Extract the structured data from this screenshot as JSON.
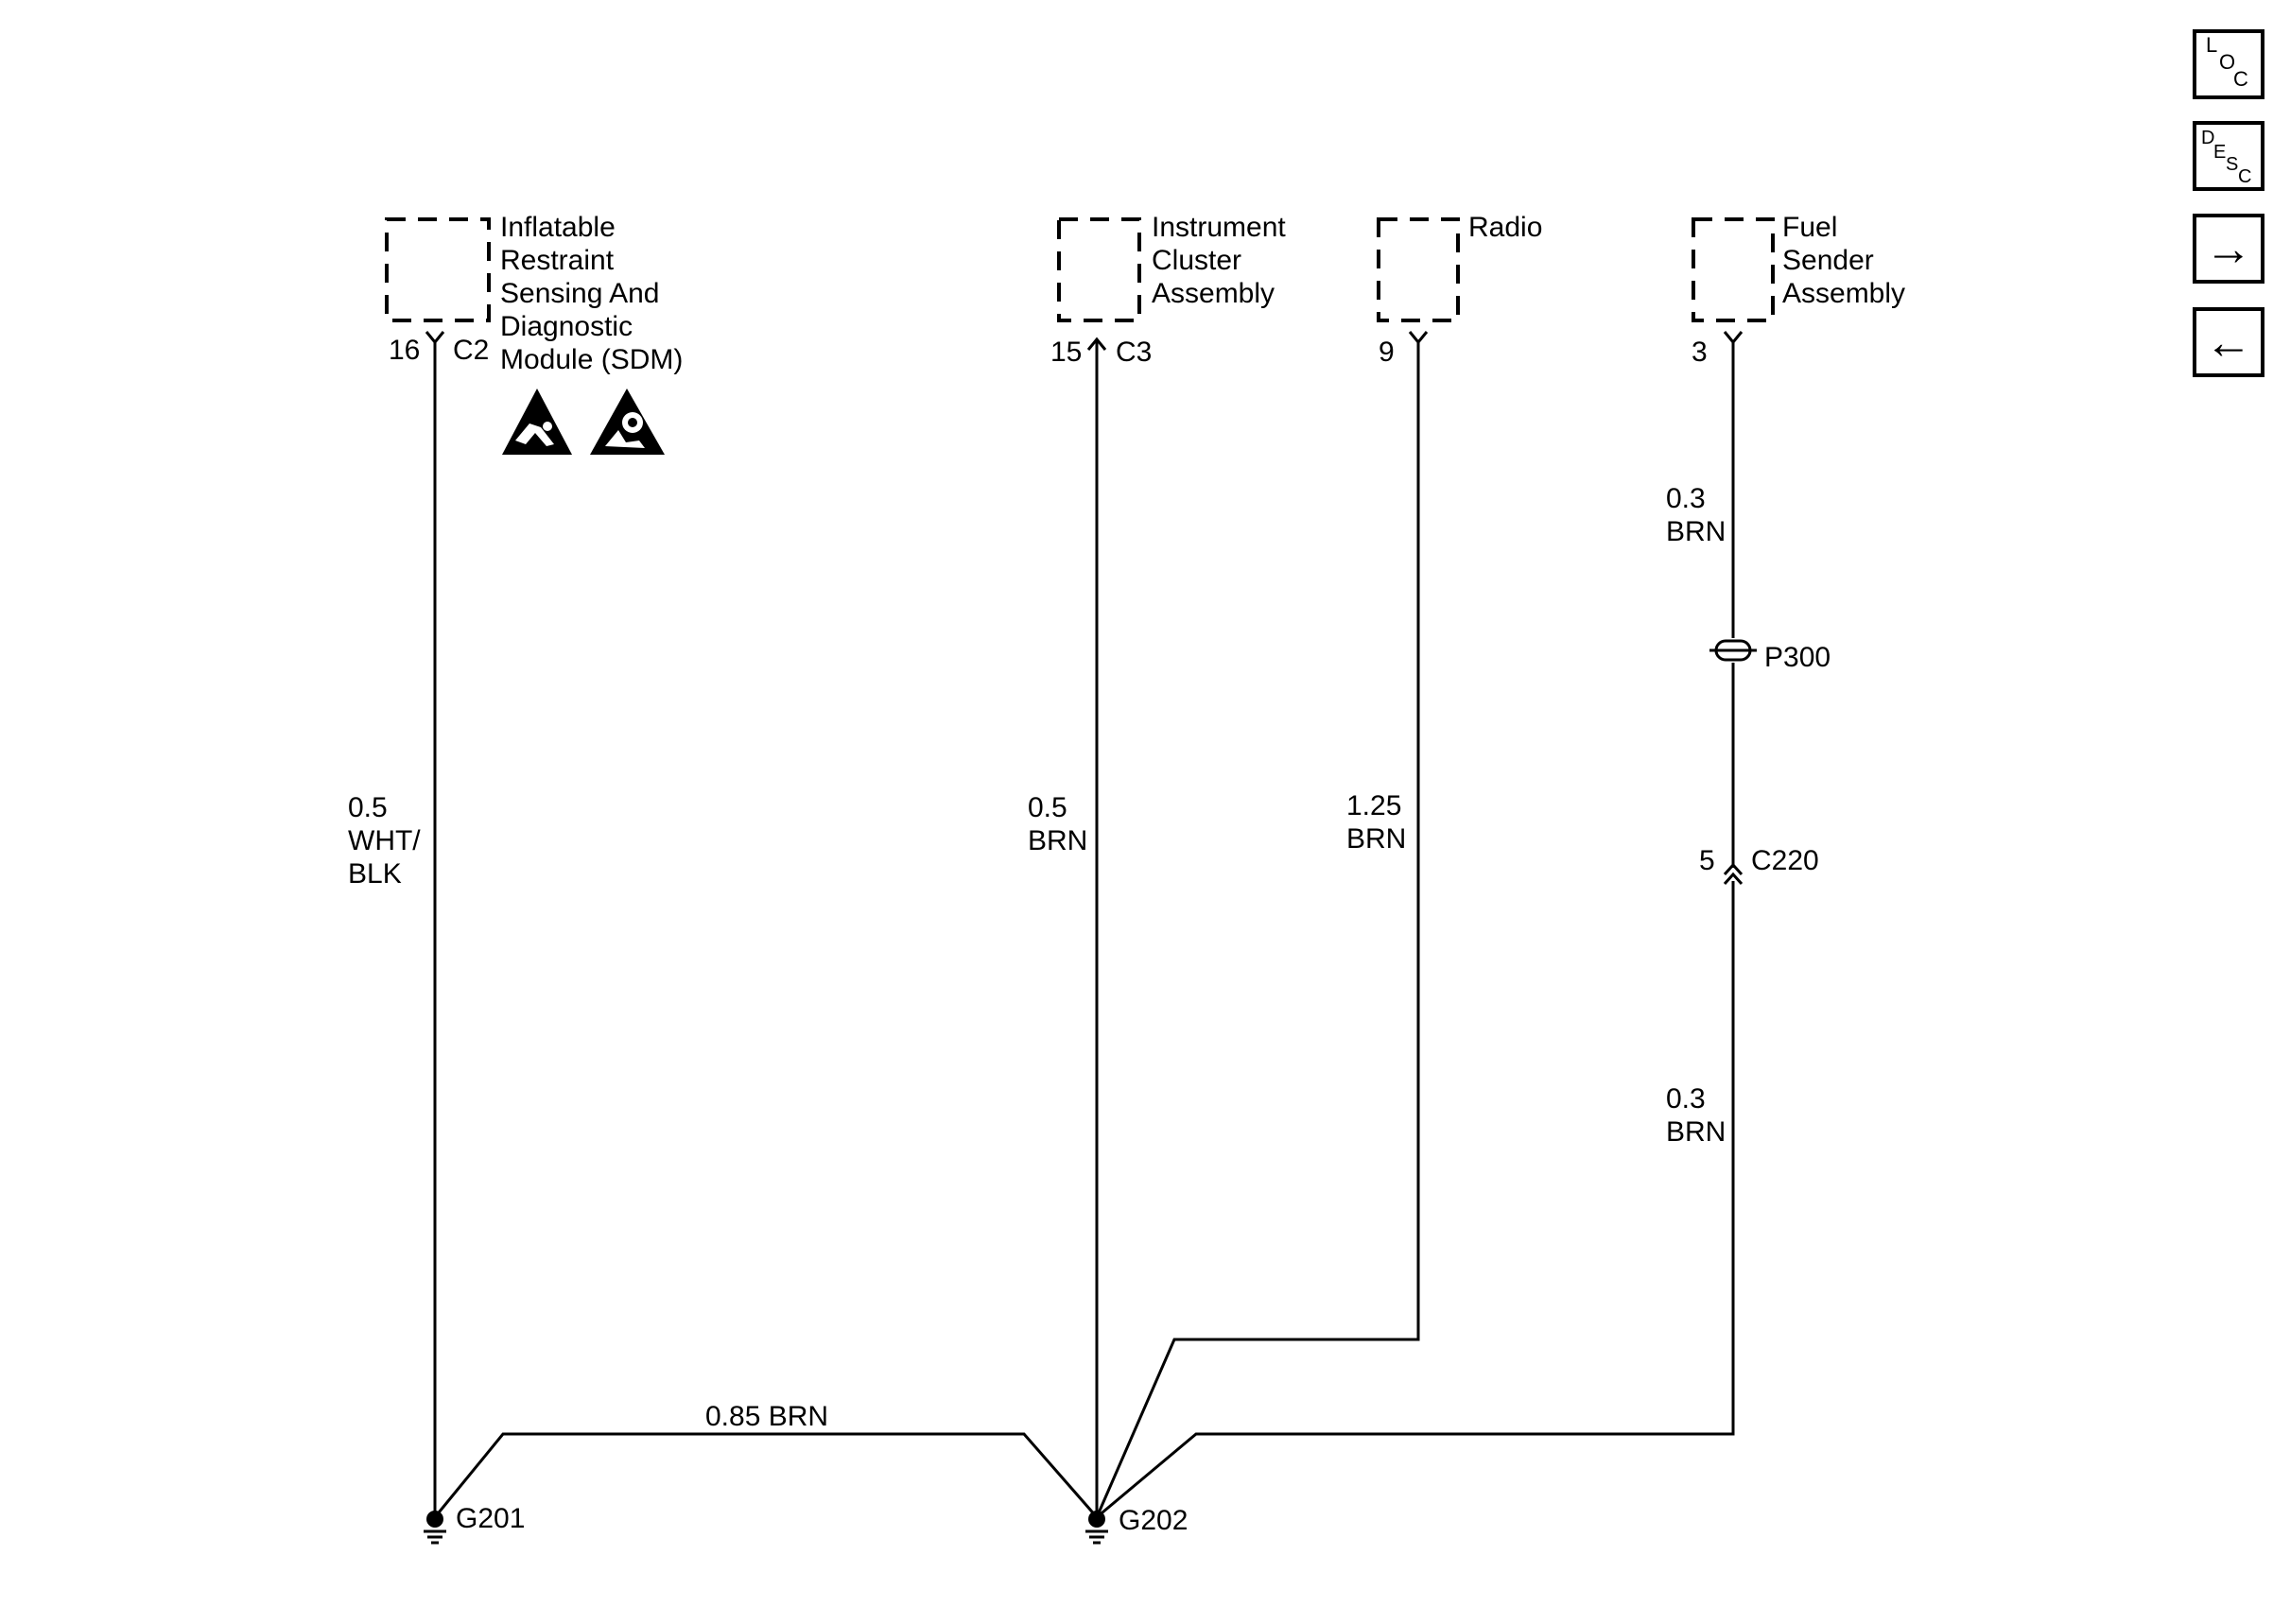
{
  "components": {
    "sdm": {
      "name_lines": [
        "Inflatable",
        "Restraint",
        "Sensing And",
        "Diagnostic",
        "Module (SDM)"
      ],
      "pin": "16",
      "connector": "C2"
    },
    "cluster": {
      "name_lines": [
        "Instrument",
        "Cluster",
        "Assembly"
      ],
      "pin": "15",
      "connector": "C3"
    },
    "radio": {
      "name_lines": [
        "Radio"
      ],
      "pin": "9"
    },
    "fuel": {
      "name_lines": [
        "Fuel",
        "Sender",
        "Assembly"
      ],
      "pin": "3"
    }
  },
  "wires": {
    "sdm": [
      "0.5",
      "WHT/",
      "BLK"
    ],
    "cluster": [
      "0.5",
      "BRN"
    ],
    "radio": [
      "1.25",
      "BRN"
    ],
    "fuel_upper": [
      "0.3",
      "BRN"
    ],
    "fuel_lower": [
      "0.3",
      "BRN"
    ],
    "ground_link": "0.85 BRN"
  },
  "splice": {
    "label": "P300"
  },
  "inline_connector": {
    "pin": "5",
    "label": "C220"
  },
  "grounds": {
    "g201": "G201",
    "g202": "G202"
  },
  "nav": {
    "loc": [
      "L",
      "O",
      "C"
    ],
    "desc": [
      "D",
      "E",
      "S",
      "C"
    ],
    "next_arrow": "→",
    "prev_arrow": "←"
  }
}
